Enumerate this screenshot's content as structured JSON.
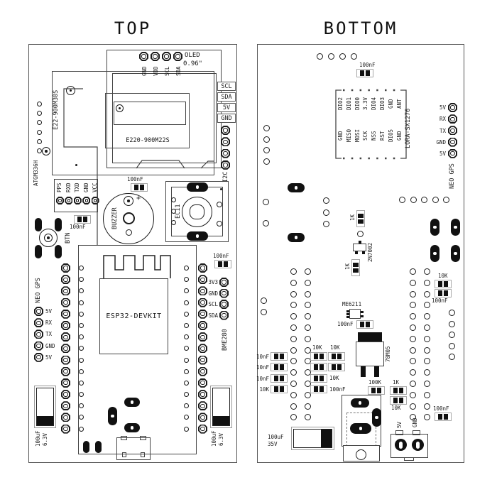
{
  "titles": {
    "top": "TOP",
    "bottom": "BOTTOM"
  },
  "values": {
    "c100nf": "100nF",
    "c10nf": "10nF",
    "r10k": "10K",
    "r1k": "1K",
    "r100k": "100K",
    "c100uf": "100uF",
    "v6_3": "6.3V",
    "v35": "35V",
    "plus": "+"
  },
  "top": {
    "oled": {
      "name": "OLED",
      "size": "0.96\"",
      "pins": [
        "GND",
        "VDD",
        "SCL",
        "SDA"
      ]
    },
    "e22": "E22-900M30S",
    "e220": "E220-900M22S",
    "i2c": {
      "boxes": [
        "SCL",
        "SDA",
        "5V",
        "GND"
      ],
      "label": "I2C"
    },
    "gps": {
      "module": "ATGM336H",
      "pins": [
        "PPS",
        "RXD",
        "TXD",
        "GND",
        "VCC"
      ]
    },
    "btn": "BTN",
    "buzzer": "BUZZER",
    "ec11": "EC11",
    "neo": {
      "label": "NEO GPS",
      "pins": [
        "5V",
        "RX",
        "TX",
        "GND",
        "5V"
      ]
    },
    "esp32": "ESP32-DEVKIT",
    "bme": {
      "label": "BME280",
      "pins": [
        "3V3",
        "GND",
        "SCL",
        "SDA"
      ]
    }
  },
  "bottom": {
    "lora": {
      "label": "LORA-SX1276",
      "top_pins": [
        "DIO2",
        "DIO1",
        "DIO0",
        "3.3V",
        "DIO4",
        "DIO3",
        "GND",
        "ANT"
      ],
      "bottom_pins": [
        "GND",
        "MISO",
        "MOSI",
        "SCK",
        "NSS",
        "RST",
        "DIO5",
        "GND"
      ]
    },
    "neo": {
      "label": "NEO GPS",
      "pins": [
        "5V",
        "RX",
        "TX",
        "GND",
        "5V"
      ]
    },
    "mosfet": "2N7002",
    "ldo": "ME6211",
    "regulator": "78M05",
    "terminal": {
      "pins": [
        "5V",
        "GND"
      ]
    }
  }
}
